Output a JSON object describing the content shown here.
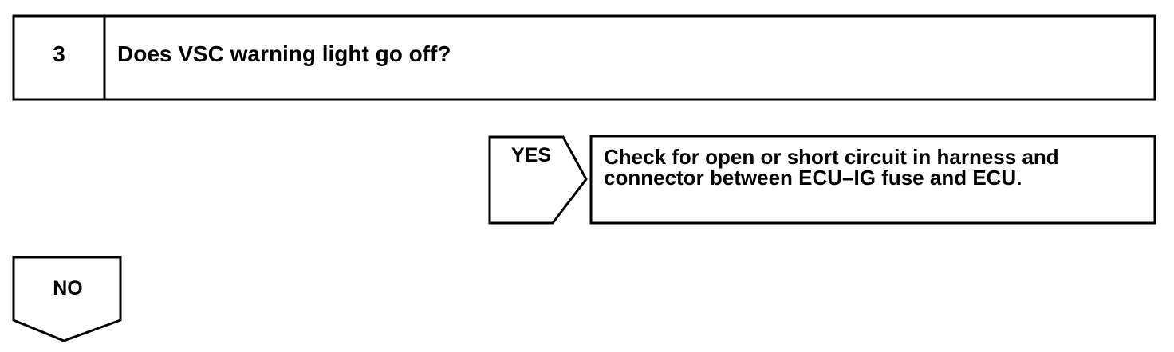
{
  "step": {
    "number": "3",
    "question": "Does VSC warning light go off?"
  },
  "yes_branch": {
    "label": "YES",
    "action": "Check for open or short circuit in harness and\nconnector between ECU–IG fuse and ECU."
  },
  "no_branch": {
    "label": "NO"
  }
}
